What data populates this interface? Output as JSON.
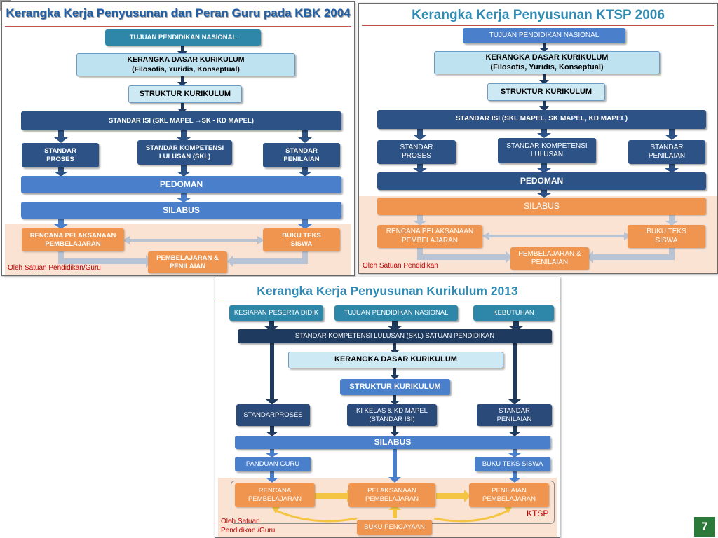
{
  "kbk": {
    "title": "Kerangka Kerja Penyusunan dan Peran Guru pada KBK 2004",
    "tujuan": "TUJUAN PENDIDIKAN NASIONAL",
    "kerangka": "KERANGKA DASAR KURIKULUM\n(Filosofis, Yuridis, Konseptual)",
    "struktur": "STRUKTUR KURIKULUM",
    "standar_isi": "STANDAR ISI (SKL MAPEL →SK - KD MAPEL)",
    "standar_proses": "STANDAR\nPROSES",
    "skl": "STANDAR KOMPETENSI\nLULUSAN (SKL)",
    "standar_penilaian": "STANDAR\nPENILAIAN",
    "pedoman": "PEDOMAN",
    "silabus": "SILABUS",
    "rpp": "RENCANA PELAKSANAAN\nPEMBELAJARAN",
    "buku": "BUKU TEKS\nSISWA",
    "pembelajaran": "PEMBELAJARAN &\nPENILAIAN",
    "note": "Oleh Satuan Pendidikan/Guru"
  },
  "ktsp": {
    "title": "Kerangka Kerja Penyusunan KTSP 2006",
    "tujuan": "TUJUAN PENDIDIKAN NASIONAL",
    "kerangka": "KERANGKA DASAR KURIKULUM\n(Filosofis, Yuridis, Konseptual)",
    "struktur": "STRUKTUR KURIKULUM",
    "standar_isi": "STANDAR ISI (SKL MAPEL, SK MAPEL, KD MAPEL)",
    "standar_proses": "STANDAR\nPROSES",
    "skl": "STANDAR KOMPETENSI\nLULUSAN",
    "standar_penilaian": "STANDAR\nPENILAIAN",
    "pedoman": "PEDOMAN",
    "silabus": "SILABUS",
    "rpp": "RENCANA PELAKSANAAN\nPEMBELAJARAN",
    "buku": "BUKU TEKS\nSISWA",
    "pembelajaran": "PEMBELAJARAN &\nPENILAIAN",
    "note": "Oleh Satuan Pendidikan"
  },
  "k2013": {
    "title": "Kerangka Kerja Penyusunan Kurikulum 2013",
    "kesiapan": "KESIAPAN PESERTA DIDIK",
    "tujuan": "TUJUAN PENDIDIKAN NASIONAL",
    "kebutuhan": "KEBUTUHAN",
    "skl": "STANDAR KOMPETENSI LULUSAN (SKL) SATUAN PENDIDIKAN",
    "kerangka": "KERANGKA DASAR KURIKULUM",
    "struktur": "STRUKTUR KURIKULUM",
    "standar_proses": "STANDARPROSES",
    "ki_kd": "KI KELAS & KD MAPEL\n(STANDAR ISI)",
    "standar_penilaian": "STANDAR\nPENILAIAN",
    "silabus": "SILABUS",
    "panduan": "PANDUAN GURU",
    "buku_siswa": "BUKU TEKS SISWA",
    "rencana": "RENCANA\nPEMBELAJARAN",
    "pelaksanaan": "PELAKSANAAN\nPEMBELAJARAN",
    "penilaian": "PENILAIAN\nPEMBELAJARAN",
    "ktsp_label": "KTSP",
    "buku_pengayaan": "BUKU PENGAYAAN",
    "note": "Oleh Satuan\nPendidikan /Guru"
  },
  "page_number": "7"
}
